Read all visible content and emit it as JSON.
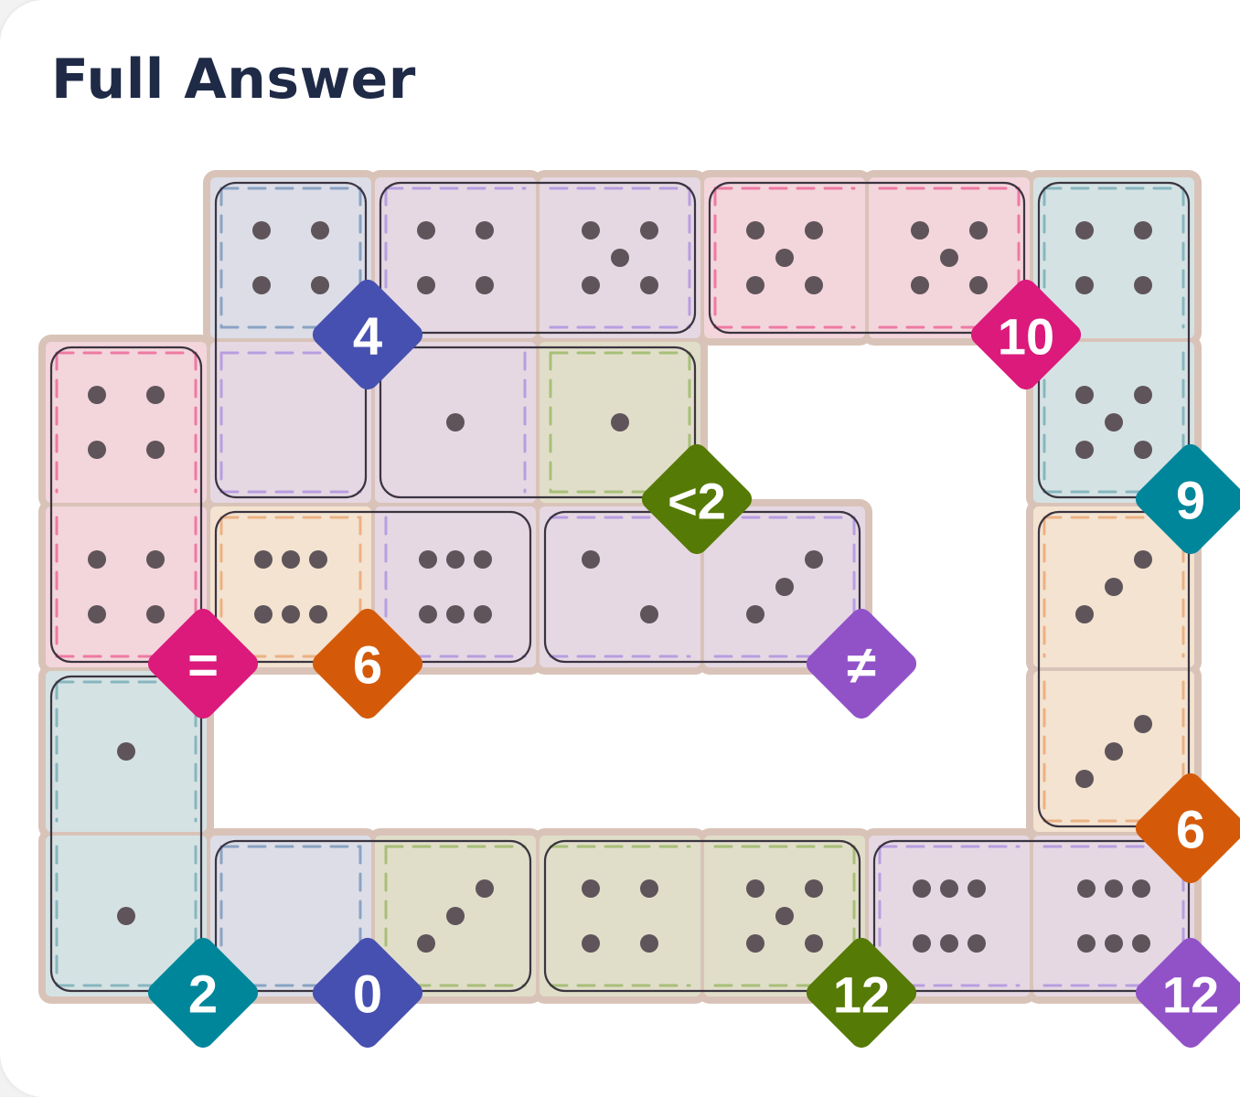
{
  "header": {
    "title": "Full Answer"
  },
  "colors": {
    "tray": "#d9c3b8",
    "blue": "#dcdde7",
    "lavender": "#e5d8e3",
    "pink": "#f3d5dc",
    "teal": "#d5e2e3",
    "olive": "#e0dec9",
    "peach": "#f3e3d0",
    "badge_indigo": "#4650b0",
    "badge_magenta": "#db1a7b",
    "badge_teal": "#00869b",
    "badge_olive": "#557a05",
    "badge_orange": "#d45a0a",
    "badge_purple": "#9152c8"
  },
  "board": {
    "cells": [
      {
        "r": 0,
        "c": 1,
        "v": 4,
        "color": "blue"
      },
      {
        "r": 0,
        "c": 2,
        "v": 4,
        "color": "lavender"
      },
      {
        "r": 0,
        "c": 3,
        "v": 5,
        "color": "lavender"
      },
      {
        "r": 0,
        "c": 4,
        "v": 5,
        "color": "pink"
      },
      {
        "r": 0,
        "c": 5,
        "v": 5,
        "color": "pink"
      },
      {
        "r": 0,
        "c": 6,
        "v": 4,
        "color": "teal"
      },
      {
        "r": 1,
        "c": 0,
        "v": 4,
        "color": "pink"
      },
      {
        "r": 1,
        "c": 1,
        "v": 0,
        "color": "lavender"
      },
      {
        "r": 1,
        "c": 2,
        "v": 1,
        "color": "lavender"
      },
      {
        "r": 1,
        "c": 3,
        "v": 1,
        "color": "olive"
      },
      {
        "r": 1,
        "c": 6,
        "v": 5,
        "color": "teal"
      },
      {
        "r": 2,
        "c": 0,
        "v": 4,
        "color": "pink"
      },
      {
        "r": 2,
        "c": 1,
        "v": 6,
        "color": "peach"
      },
      {
        "r": 2,
        "c": 2,
        "v": 6,
        "color": "lavender"
      },
      {
        "r": 2,
        "c": 3,
        "v": 2,
        "color": "lavender"
      },
      {
        "r": 2,
        "c": 4,
        "v": 3,
        "color": "lavender"
      },
      {
        "r": 2,
        "c": 6,
        "v": 3,
        "color": "peach"
      },
      {
        "r": 3,
        "c": 0,
        "v": 1,
        "color": "teal"
      },
      {
        "r": 3,
        "c": 6,
        "v": 3,
        "color": "peach"
      },
      {
        "r": 4,
        "c": 0,
        "v": 1,
        "color": "teal"
      },
      {
        "r": 4,
        "c": 1,
        "v": 0,
        "color": "blue"
      },
      {
        "r": 4,
        "c": 2,
        "v": 3,
        "color": "olive"
      },
      {
        "r": 4,
        "c": 3,
        "v": 4,
        "color": "olive"
      },
      {
        "r": 4,
        "c": 4,
        "v": 5,
        "color": "olive"
      },
      {
        "r": 4,
        "c": 5,
        "v": 6,
        "color": "lavender"
      },
      {
        "r": 4,
        "c": 6,
        "v": 6,
        "color": "lavender"
      }
    ],
    "dominoes": [
      {
        "a": [
          0,
          1
        ],
        "b": [
          1,
          1
        ]
      },
      {
        "a": [
          0,
          2
        ],
        "b": [
          0,
          3
        ]
      },
      {
        "a": [
          0,
          4
        ],
        "b": [
          0,
          5
        ]
      },
      {
        "a": [
          0,
          6
        ],
        "b": [
          1,
          6
        ]
      },
      {
        "a": [
          1,
          0
        ],
        "b": [
          2,
          0
        ]
      },
      {
        "a": [
          1,
          2
        ],
        "b": [
          1,
          3
        ]
      },
      {
        "a": [
          2,
          1
        ],
        "b": [
          2,
          2
        ]
      },
      {
        "a": [
          2,
          3
        ],
        "b": [
          2,
          4
        ]
      },
      {
        "a": [
          2,
          6
        ],
        "b": [
          3,
          6
        ]
      },
      {
        "a": [
          3,
          0
        ],
        "b": [
          4,
          0
        ]
      },
      {
        "a": [
          4,
          1
        ],
        "b": [
          4,
          2
        ]
      },
      {
        "a": [
          4,
          3
        ],
        "b": [
          4,
          4
        ]
      },
      {
        "a": [
          4,
          5
        ],
        "b": [
          4,
          6
        ]
      }
    ],
    "regions": [
      {
        "color": "blue",
        "cells": [
          [
            0,
            1
          ]
        ],
        "stroke": "#8aa3c3"
      },
      {
        "color": "lavender",
        "cells": [
          [
            0,
            2
          ],
          [
            0,
            3
          ],
          [
            1,
            1
          ],
          [
            1,
            2
          ],
          [
            2,
            2
          ],
          [
            2,
            3
          ],
          [
            2,
            4
          ]
        ],
        "stroke": "#b89ee0"
      },
      {
        "color": "pink",
        "cells": [
          [
            0,
            4
          ],
          [
            0,
            5
          ]
        ],
        "stroke": "#ee7aa3"
      },
      {
        "color": "teal",
        "cells": [
          [
            0,
            6
          ],
          [
            1,
            6
          ]
        ],
        "stroke": "#86b7bf"
      },
      {
        "color": "pink",
        "cells": [
          [
            1,
            0
          ],
          [
            2,
            0
          ]
        ],
        "stroke": "#ee7aa3"
      },
      {
        "color": "olive",
        "cells": [
          [
            1,
            3
          ]
        ],
        "stroke": "#a7bf78"
      },
      {
        "color": "peach",
        "cells": [
          [
            2,
            1
          ]
        ],
        "stroke": "#ecb185"
      },
      {
        "color": "peach",
        "cells": [
          [
            2,
            6
          ],
          [
            3,
            6
          ]
        ],
        "stroke": "#ecb185"
      },
      {
        "color": "teal",
        "cells": [
          [
            3,
            0
          ],
          [
            4,
            0
          ]
        ],
        "stroke": "#86b7bf"
      },
      {
        "color": "blue",
        "cells": [
          [
            4,
            1
          ]
        ],
        "stroke": "#8aa3c3"
      },
      {
        "color": "olive",
        "cells": [
          [
            4,
            2
          ],
          [
            4,
            3
          ],
          [
            4,
            4
          ]
        ],
        "stroke": "#a7bf78"
      },
      {
        "color": "lavender",
        "cells": [
          [
            4,
            5
          ],
          [
            4,
            6
          ]
        ],
        "stroke": "#b89ee0"
      }
    ],
    "badges": [
      {
        "label": "4",
        "r": 0,
        "c": 1,
        "color": "badge_indigo"
      },
      {
        "label": "10",
        "r": 0,
        "c": 5,
        "color": "badge_magenta"
      },
      {
        "label": "9",
        "r": 1,
        "c": 6,
        "color": "badge_teal"
      },
      {
        "label": "<2",
        "r": 1,
        "c": 3,
        "color": "badge_olive"
      },
      {
        "label": "=",
        "r": 2,
        "c": 0,
        "color": "badge_magenta"
      },
      {
        "label": "6",
        "r": 2,
        "c": 1,
        "color": "badge_orange"
      },
      {
        "label": "≠",
        "r": 2,
        "c": 4,
        "color": "badge_purple"
      },
      {
        "label": "6",
        "r": 3,
        "c": 6,
        "color": "badge_orange"
      },
      {
        "label": "2",
        "r": 4,
        "c": 0,
        "color": "badge_teal"
      },
      {
        "label": "0",
        "r": 4,
        "c": 1,
        "color": "badge_indigo"
      },
      {
        "label": "12",
        "r": 4,
        "c": 4,
        "color": "badge_olive"
      },
      {
        "label": "12",
        "r": 4,
        "c": 6,
        "color": "badge_purple"
      }
    ]
  }
}
